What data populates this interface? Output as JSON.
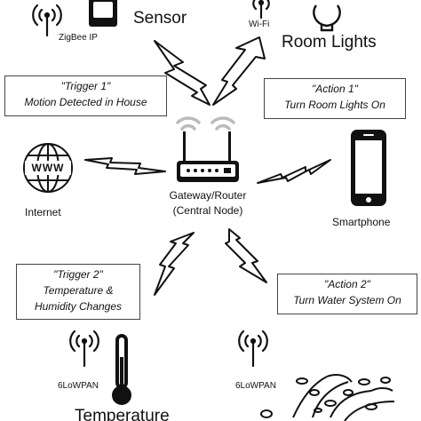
{
  "nodes": {
    "motion_sensor": {
      "protocol": "ZigBee IP",
      "name": "Sensor"
    },
    "room_lights": {
      "protocol": "Wi-Fi",
      "name": "Room Lights"
    },
    "internet": {
      "name": "Internet",
      "globe_text": "WWW"
    },
    "gateway": {
      "line1": "Gateway/Router",
      "line2": "(Central Node)"
    },
    "smartphone": {
      "name": "Smartphone"
    },
    "temp_sensor": {
      "protocol": "6LoWPAN",
      "name": "Temperature"
    },
    "water_system": {
      "protocol": "6LoWPAN"
    }
  },
  "boxes": {
    "trigger1": {
      "title": "\"Trigger 1\"",
      "text": "Motion Detected in House"
    },
    "action1": {
      "title": "\"Action 1\"",
      "text": "Turn Room Lights On"
    },
    "trigger2": {
      "title": "\"Trigger 2\"",
      "line1": "Temperature &",
      "line2": "Humidity Changes"
    },
    "action2": {
      "title": "\"Action 2\"",
      "text": "Turn Water System On"
    }
  },
  "colors": {
    "ink": "#111111",
    "box_border": "#444444",
    "wave": "#bbbbbb"
  }
}
